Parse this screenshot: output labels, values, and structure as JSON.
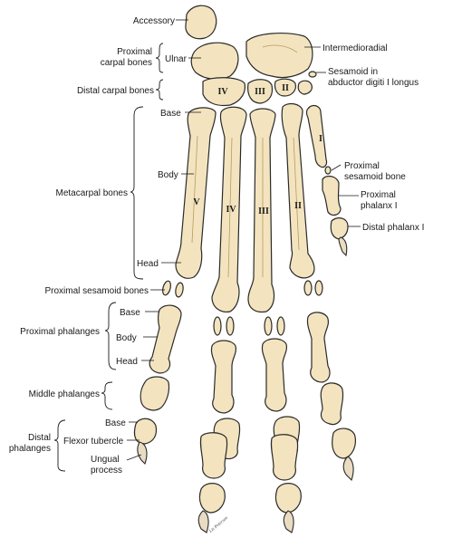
{
  "labels": {
    "accessory": "Accessory",
    "proximal_carpal_line1": "Proximal",
    "proximal_carpal_line2": "carpal bones",
    "ulnar": "Ulnar",
    "intermedioradial": "Intermedioradial",
    "sesamoid_line1": "Sesamoid in",
    "sesamoid_line2": "abductor digiti I longus",
    "distal_carpal": "Distal carpal bones",
    "base_metacarpal": "Base",
    "body_metacarpal": "Body",
    "metacarpal_bones": "Metacarpal bones",
    "head_metacarpal": "Head",
    "proximal_sesamoid_right_line1": "Proximal",
    "proximal_sesamoid_right_line2": "sesamoid bone",
    "proximal_phalanx_I_line1": "Proximal",
    "proximal_phalanx_I_line2": "phalanx I",
    "distal_phalanx_I": "Distal phalanx I",
    "proximal_sesamoid_bones": "Proximal sesamoid bones",
    "base_phalanx": "Base",
    "proximal_phalanges": "Proximal phalanges",
    "body_phalanx": "Body",
    "head_phalanx": "Head",
    "middle_phalanges": "Middle phalanges",
    "base_distal": "Base",
    "distal_phalanges_line1": "Distal",
    "distal_phalanges_line2": "phalanges",
    "flexor_tubercle": "Flexor tubercle",
    "ungual_line1": "Ungual",
    "ungual_line2": "process"
  },
  "numerals": {
    "carpal_IV": "IV",
    "carpal_III": "III",
    "carpal_II": "II",
    "meta_V": "V",
    "meta_IV": "IV",
    "meta_III": "III",
    "meta_II": "II",
    "meta_I": "I"
  },
  "signature": "Lis Peterson"
}
